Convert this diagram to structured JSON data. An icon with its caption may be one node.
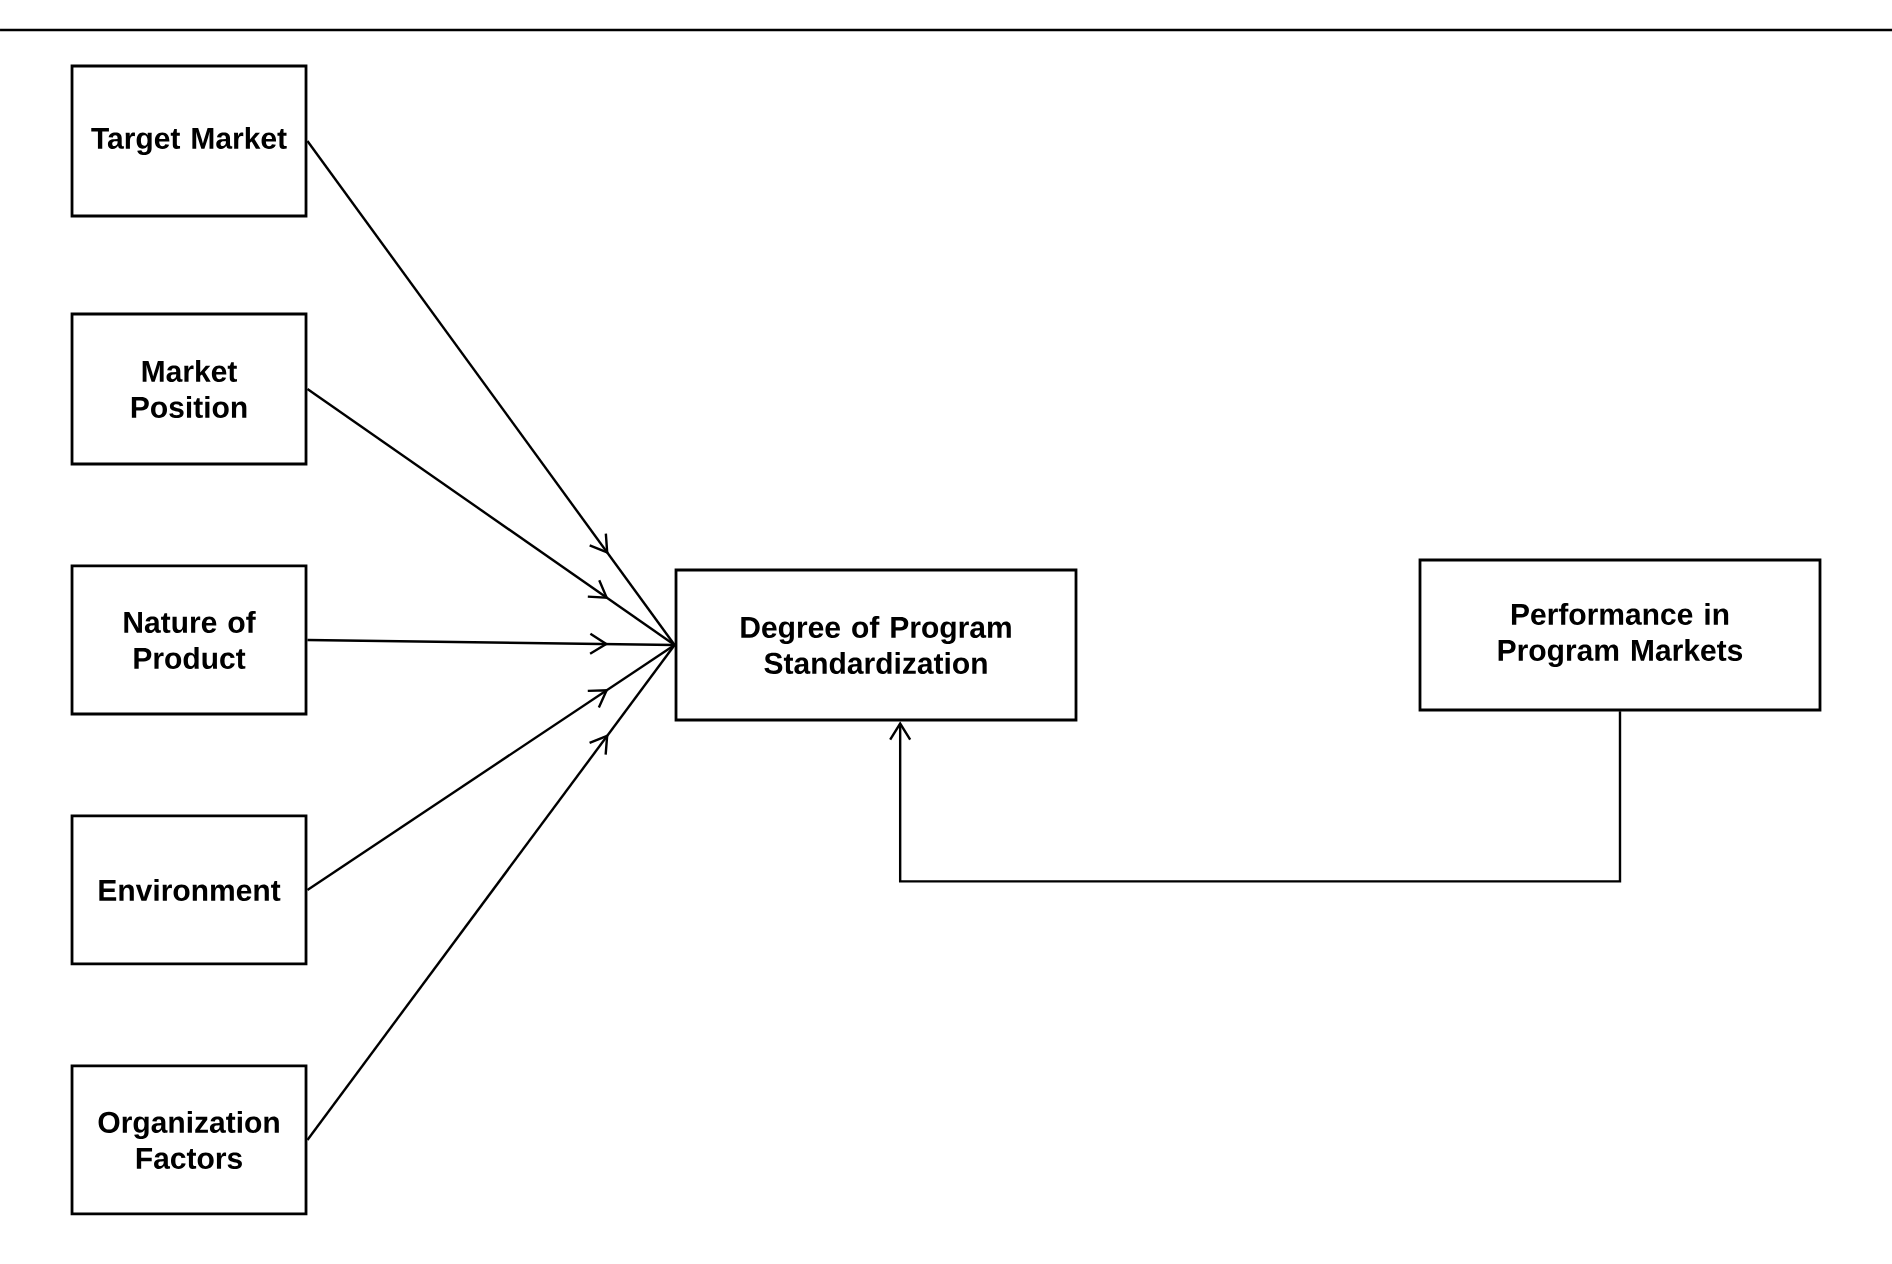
{
  "diagram": {
    "nodes": [
      {
        "text": [
          "Target Market"
        ]
      },
      {
        "text": [
          "Market Position"
        ]
      },
      {
        "text": [
          "Nature of Product"
        ]
      },
      {
        "text": [
          "Environment"
        ]
      },
      {
        "text": [
          "Organization Factors"
        ]
      },
      {
        "text": [
          "Degree of Program Standardization"
        ]
      },
      {
        "text": [
          "Performance in Program Markets"
        ]
      }
    ],
    "edges": [
      {
        "from": 0,
        "to": 5,
        "arrow": "to"
      },
      {
        "from": 1,
        "to": 5,
        "arrow": "to"
      },
      {
        "from": 2,
        "to": 5,
        "arrow": "to"
      },
      {
        "from": 3,
        "to": 5,
        "arrow": "to"
      },
      {
        "from": 4,
        "to": 5,
        "arrow": "to"
      },
      {
        "from": 6,
        "to": 5,
        "arrow": "to"
      }
    ]
  }
}
